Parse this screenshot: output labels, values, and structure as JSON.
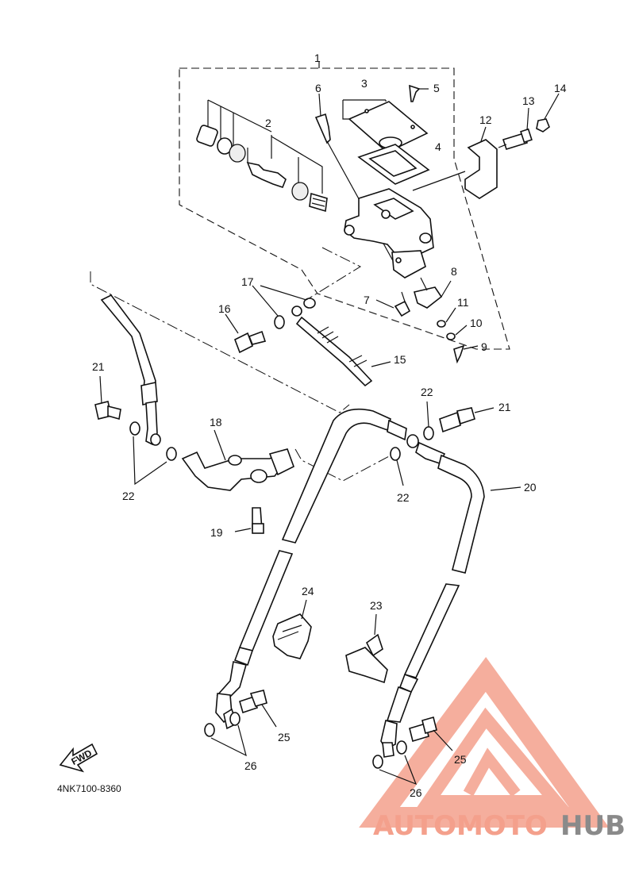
{
  "diagram": {
    "drawing_code": "4NK7100-8360",
    "fwd_label": "FWD",
    "callouts": [
      "1",
      "2",
      "3",
      "4",
      "5",
      "6",
      "7",
      "8",
      "9",
      "10",
      "11",
      "12",
      "13",
      "14",
      "15",
      "16",
      "17",
      "18",
      "19",
      "20",
      "21",
      "21",
      "22",
      "22",
      "22",
      "23",
      "24",
      "25",
      "25",
      "26",
      "26"
    ],
    "watermark": {
      "part1": "AUTOMOTO",
      "part2": "HUB",
      "color_primary": "#f4a08c",
      "color_secondary": "#8a8a8a"
    }
  }
}
